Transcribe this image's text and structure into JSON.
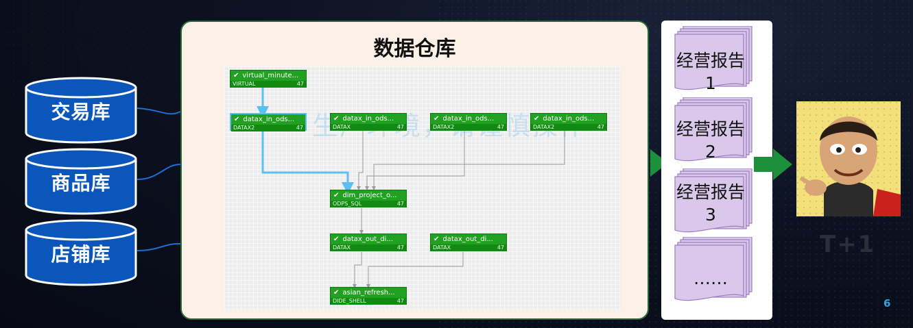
{
  "sources": [
    {
      "label": "交易库"
    },
    {
      "label": "商品库"
    },
    {
      "label": "店铺库"
    }
  ],
  "warehouse": {
    "title": "数据仓库",
    "watermark": "生产环境，请谨慎操作",
    "nodes": [
      {
        "id": "virtual",
        "title": "virtual_minute...",
        "type": "VIRTUAL",
        "count": "47",
        "selected": false
      },
      {
        "id": "ods1",
        "title": "datax_in_ods...",
        "type": "DATAX2",
        "count": "47",
        "selected": true
      },
      {
        "id": "ods2",
        "title": "datax_in_ods...",
        "type": "DATAX",
        "count": "47",
        "selected": false
      },
      {
        "id": "ods3",
        "title": "datax_in_ods...",
        "type": "DATAX2",
        "count": "47",
        "selected": false
      },
      {
        "id": "ods4",
        "title": "datax_in_ods...",
        "type": "DATAX2",
        "count": "47",
        "selected": false
      },
      {
        "id": "dim",
        "title": "dim_project_o...",
        "type": "ODPS_SQL",
        "count": "47",
        "selected": false
      },
      {
        "id": "out1",
        "title": "datax_out_di...",
        "type": "DATAX",
        "count": "47",
        "selected": false
      },
      {
        "id": "out2",
        "title": "datax_out_di...",
        "type": "DATAX",
        "count": "47",
        "selected": false
      },
      {
        "id": "asian",
        "title": "asian_refresh...",
        "type": "DIDE_SHELL",
        "count": "47",
        "selected": false
      }
    ]
  },
  "reports": [
    {
      "text": "经营报告1"
    },
    {
      "text": "经营报告2"
    },
    {
      "text": "经营报告3"
    },
    {
      "text": "……"
    }
  ],
  "result": {
    "label": "T+1",
    "photo_icon": "person-portrait-icon"
  },
  "page_number": "6",
  "colors": {
    "db_fill": "#0a56ba",
    "node_green": "#21a021",
    "arrow_green": "#1e8f3a",
    "report_purple": "#d9c8ea",
    "selected_edge": "#5bc0f0"
  }
}
